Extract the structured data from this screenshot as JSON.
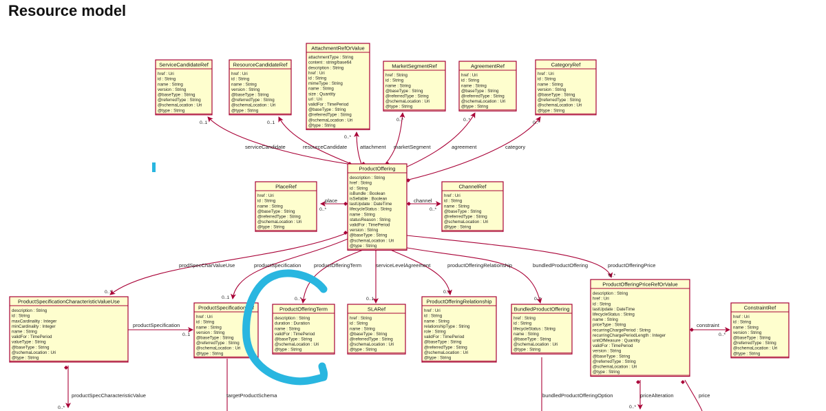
{
  "page": {
    "title": "Resource model"
  },
  "colors": {
    "class_fill": "#fefece",
    "class_border": "#a80036",
    "annotation": "#29b6e0"
  },
  "classes": {
    "serviceCandidateRef": {
      "name": "ServiceCandidateRef",
      "attributes": [
        "href : Uri",
        "id : String",
        "name : String",
        "version : String",
        "@baseType : String",
        "@referredType : String",
        "@schemaLocation : Uri",
        "@type : String"
      ]
    },
    "resourceCandidateRef": {
      "name": "ResourceCandidateRef",
      "attributes": [
        "href : Uri",
        "id : String",
        "name : String",
        "version : String",
        "@baseType : String",
        "@referredType : String",
        "@schemaLocation : Uri",
        "@type : String"
      ]
    },
    "attachmentRefOrValue": {
      "name": "AttachmentRefOrValue",
      "attributes": [
        "attachmentType : String",
        "content : string/base64",
        "description : String",
        "href : Uri",
        "id : String",
        "mimeType : String",
        "name : String",
        "size : Quantity",
        "url : Uri",
        "validFor : TimePeriod",
        "@baseType : String",
        "@referredType : String",
        "@schemaLocation : Uri",
        "@type : String"
      ]
    },
    "marketSegmentRef": {
      "name": "MarketSegmentRef",
      "attributes": [
        "href : String",
        "id : String",
        "name : String",
        "@baseType : String",
        "@referredType : String",
        "@schemaLocation : Uri",
        "@type : String"
      ]
    },
    "agreementRef": {
      "name": "AgreementRef",
      "attributes": [
        "href : Uri",
        "id : String",
        "name : String",
        "@baseType : String",
        "@referredType : String",
        "@schemaLocation : Uri",
        "@type : String"
      ]
    },
    "categoryRef": {
      "name": "CategoryRef",
      "attributes": [
        "href : Uri",
        "id : String",
        "name : String",
        "version : String",
        "@baseType : String",
        "@referredType : String",
        "@schemaLocation : Uri",
        "@type : String"
      ]
    },
    "productOffering": {
      "name": "ProductOffering",
      "attributes": [
        "description : String",
        "href : String",
        "id : String",
        "isBundle : Boolean",
        "isSellable : Boolean",
        "lastUpdate : DateTime",
        "lifecycleStatus : String",
        "name : String",
        "statusReason : String",
        "validFor : TimePeriod",
        "version : String",
        "@baseType : String",
        "@schemaLocation : Uri",
        "@type : String"
      ]
    },
    "placeRef": {
      "name": "PlaceRef",
      "attributes": [
        "href : Uri",
        "id : String",
        "name : String",
        "@baseType : String",
        "@referredType : String",
        "@schemaLocation : Uri",
        "@type : String"
      ]
    },
    "channelRef": {
      "name": "ChannelRef",
      "attributes": [
        "href : Uri",
        "id : String",
        "name : String",
        "@baseType : String",
        "@referredType : String",
        "@schemaLocation : Uri",
        "@type : String"
      ]
    },
    "productSpecificationCharacteristicValueUse": {
      "name": "ProductSpecificationCharacteristicValueUse",
      "attributes": [
        "description : String",
        "id : String",
        "maxCardinality : Integer",
        "minCardinality : Integer",
        "name : String",
        "validFor : TimePeriod",
        "valueType : String",
        "@baseType : String",
        "@schemaLocation : Uri",
        "@type : String"
      ]
    },
    "productSpecificationRef": {
      "name": "ProductSpecificationRef",
      "attributes": [
        "href : Uri",
        "id : String",
        "name : String",
        "version : String",
        "@baseType : String",
        "@referredType : String",
        "@schemaLocation : Uri",
        "@type : String"
      ]
    },
    "productOfferingTerm": {
      "name": "ProductOfferingTerm",
      "attributes": [
        "description : String",
        "duration : Duration",
        "name : String",
        "validFor : TimePeriod",
        "@baseType : String",
        "@schemaLocation : Uri",
        "@type : String"
      ]
    },
    "slaRef": {
      "name": "SLARef",
      "attributes": [
        "href : String",
        "id : String",
        "name : String",
        "@baseType : String",
        "@referredType : String",
        "@schemaLocation : Uri",
        "@type : String"
      ]
    },
    "productOfferingRelationship": {
      "name": "ProductOfferingRelationship",
      "attributes": [
        "href : Uri",
        "id : String",
        "name : String",
        "relationshipType : String",
        "role : String",
        "validFor : TimePeriod",
        "@baseType : String",
        "@referredType : String",
        "@schemaLocation : Uri",
        "@type : String"
      ]
    },
    "bundledProductOffering": {
      "name": "BundledProductOffering",
      "attributes": [
        "href : String",
        "id : String",
        "lifecycleStatus : String",
        "name : String",
        "@baseType : String",
        "@schemaLocation : Uri",
        "@type : String"
      ]
    },
    "productOfferingPriceRefOrValue": {
      "name": "ProductOfferingPriceRefOrValue",
      "attributes": [
        "description : String",
        "href : Uri",
        "id : String",
        "lastUpdate : DateTime",
        "lifecycleStatus : String",
        "name : String",
        "priceType : String",
        "recurringChargePeriod : String",
        "recurringChargePeriodLength : Integer",
        "unitOfMeasure : Quantity",
        "validFor : TimePeriod",
        "version : String",
        "@baseType : String",
        "@referredType : String",
        "@schemaLocation : Uri",
        "@type : String"
      ]
    },
    "constraintRef": {
      "name": "ConstraintRef",
      "attributes": [
        "href : Uri",
        "id : String",
        "name : String",
        "version : String",
        "@baseType : String",
        "@referredType : String",
        "@schemaLocation : Uri",
        "@type : String"
      ]
    }
  },
  "relations": {
    "serviceCandidate": {
      "role": "serviceCandidate",
      "mult": "0..1"
    },
    "resourceCandidate": {
      "role": "resourceCandidate",
      "mult": "0..1"
    },
    "attachment": {
      "role": "attachment",
      "mult": "0..*"
    },
    "marketSegment": {
      "role": "marketSegment",
      "mult": "0..*"
    },
    "agreement": {
      "role": "agreement",
      "mult": "0..*"
    },
    "category": {
      "role": "category",
      "mult": "0..*"
    },
    "place": {
      "role": "place",
      "mult": "0..*"
    },
    "channel": {
      "role": "channel",
      "mult": "0..*"
    },
    "prodSpecCharValueUse": {
      "role": "prodSpecCharValueUse",
      "mult": "0..*"
    },
    "productSpecification": {
      "role": "productSpecification",
      "mult": "0..1"
    },
    "productOfferingTerm": {
      "role": "productOfferingTerm",
      "mult": "0..*"
    },
    "serviceLevelAgreement": {
      "role": "serviceLevelAgreement",
      "mult": "0..1"
    },
    "productOfferingRelationship": {
      "role": "productOfferingRelationship",
      "mult": "0..*"
    },
    "bundledProductOffering": {
      "role": "bundledProductOffering",
      "mult": "0..*"
    },
    "productOfferingPrice": {
      "role": "productOfferingPrice",
      "mult": "0..*"
    },
    "charValueProductSpecification": {
      "role": "productSpecification",
      "mult": "0..1"
    },
    "constraint": {
      "role": "constraint",
      "mult": "0..*"
    },
    "productSpecCharacteristicValue": {
      "role": "productSpecCharacteristicValue",
      "mult": "0..*"
    },
    "targetProductSchema": {
      "role": "targetProductSchema"
    },
    "bundledProductOfferingOption": {
      "role": "bundledProductOfferingOption"
    },
    "priceAlteration": {
      "role": "priceAlteration",
      "mult": "0..*"
    },
    "price": {
      "role": "price"
    }
  }
}
